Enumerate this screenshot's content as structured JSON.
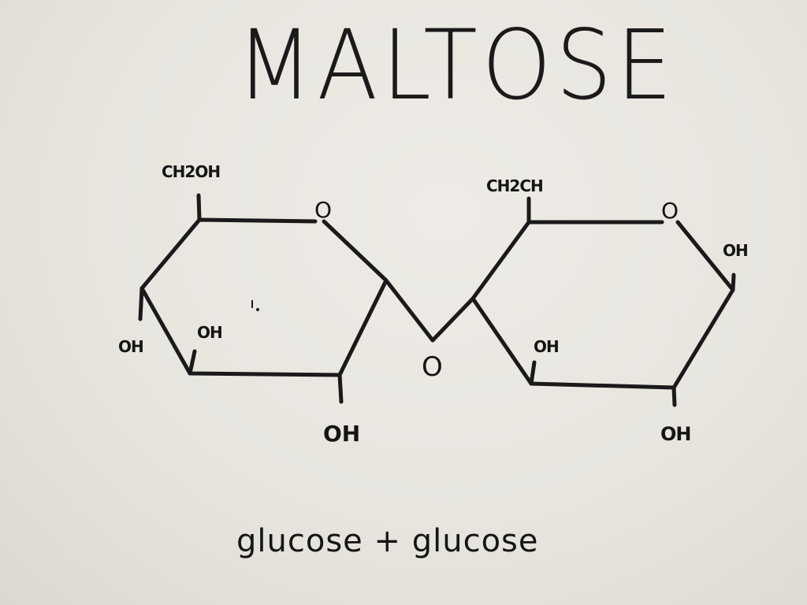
{
  "title": "MALTOSE",
  "caption": "glucose + glucose",
  "left_ring": {
    "ch2oh": "CH2OH",
    "ring_oxygen": "O",
    "oh_left": "OH",
    "oh_inner": "OH",
    "oh_bottom": "OH"
  },
  "bridge_oxygen": "O",
  "right_ring": {
    "ch2oh": "CH2CH",
    "ring_oxygen": "O",
    "oh_right": "OH",
    "oh_inner": "OH",
    "oh_bottom": "OH"
  },
  "ink_color": "#1a1a1a",
  "paper_color": "#e9e6e0"
}
